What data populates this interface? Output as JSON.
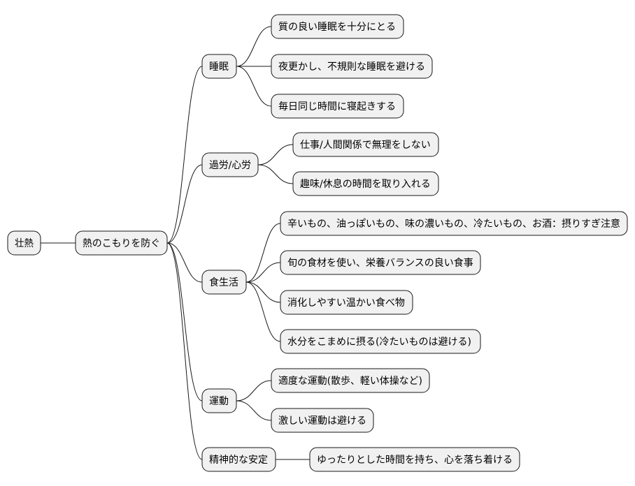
{
  "diagram": {
    "type": "mindmap",
    "root": {
      "label": "壮熱",
      "children": [
        {
          "label": "熱のこもりを防ぐ",
          "children": [
            {
              "label": "睡眠",
              "children": [
                {
                  "label": "質の良い睡眠を十分にとる"
                },
                {
                  "label": "夜更かし、不規則な睡眠を避ける"
                },
                {
                  "label": "毎日同じ時間に寝起きする"
                }
              ]
            },
            {
              "label": "過労/心労",
              "children": [
                {
                  "label": "仕事/人間関係で無理をしない"
                },
                {
                  "label": "趣味/休息の時間を取り入れる"
                }
              ]
            },
            {
              "label": "食生活",
              "children": [
                {
                  "label": "辛いもの、油っぽいもの、味の濃いもの、冷たいもの、お酒：摂りすぎ注意"
                },
                {
                  "label": "旬の食材を使い、栄養バランスの良い食事"
                },
                {
                  "label": "消化しやすい温かい食べ物"
                },
                {
                  "label": "水分をこまめに摂る(冷たいものは避ける)"
                }
              ]
            },
            {
              "label": "運動",
              "children": [
                {
                  "label": "適度な運動(散歩、軽い体操など)"
                },
                {
                  "label": "激しい運動は避ける"
                }
              ]
            },
            {
              "label": "精神的な安定",
              "children": [
                {
                  "label": "ゆったりとした時間を持ち、心を落ち着ける"
                }
              ]
            }
          ]
        }
      ]
    }
  }
}
